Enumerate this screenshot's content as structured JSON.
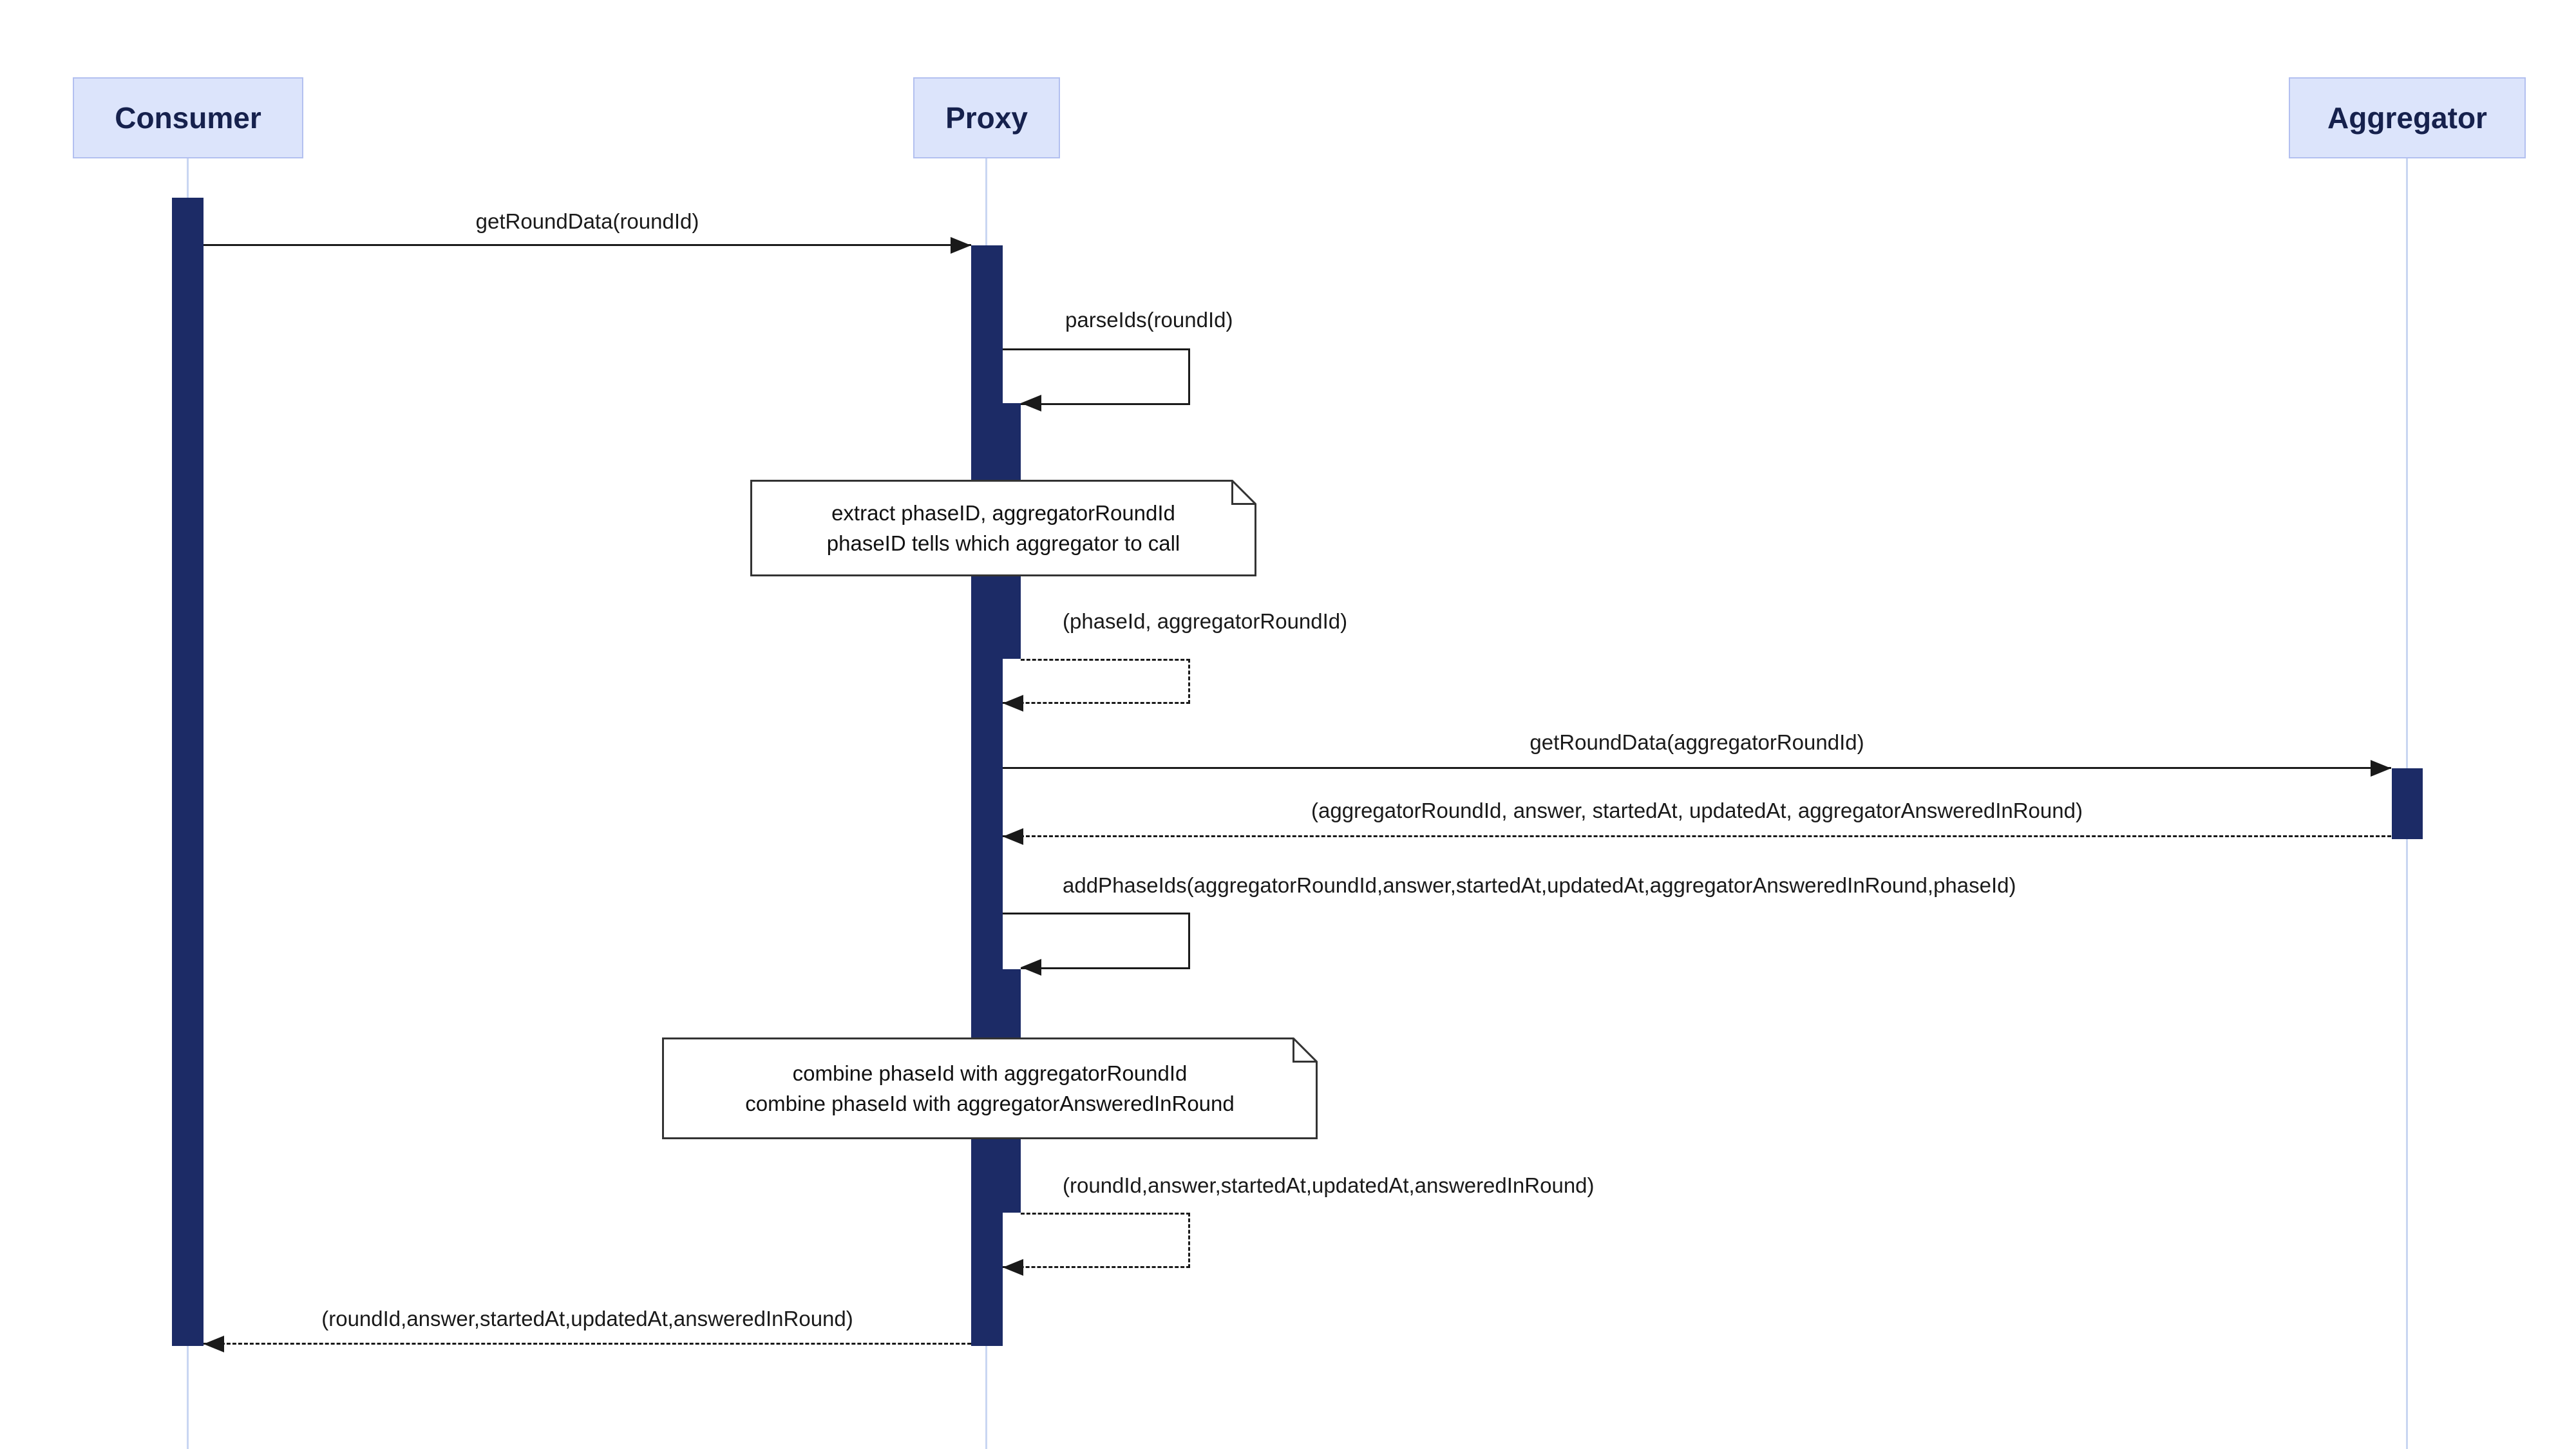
{
  "diagram": {
    "type": "sequence-diagram"
  },
  "participants": {
    "consumer": {
      "label": "Consumer"
    },
    "proxy": {
      "label": "Proxy"
    },
    "aggregator": {
      "label": "Aggregator"
    }
  },
  "messages": {
    "m1": {
      "label": "getRoundData(roundId)",
      "kind": "sync",
      "from": "Consumer",
      "to": "Proxy"
    },
    "m2": {
      "label": "parseIds(roundId)",
      "kind": "self-call",
      "from": "Proxy",
      "to": "Proxy"
    },
    "m3": {
      "label": "(phaseId, aggregatorRoundId)",
      "kind": "self-return",
      "from": "Proxy",
      "to": "Proxy"
    },
    "m4": {
      "label": "getRoundData(aggregatorRoundId)",
      "kind": "sync",
      "from": "Proxy",
      "to": "Aggregator"
    },
    "m5": {
      "label": "(aggregatorRoundId, answer, startedAt, updatedAt, aggregatorAnsweredInRound)",
      "kind": "return",
      "from": "Aggregator",
      "to": "Proxy"
    },
    "m6": {
      "label": "addPhaseIds(aggregatorRoundId,answer,startedAt,updatedAt,aggregatorAnsweredInRound,phaseId)",
      "kind": "self-call",
      "from": "Proxy",
      "to": "Proxy"
    },
    "m7": {
      "label": "(roundId,answer,startedAt,updatedAt,answeredInRound)",
      "kind": "self-return",
      "from": "Proxy",
      "to": "Proxy"
    },
    "m8": {
      "label": "(roundId,answer,startedAt,updatedAt,answeredInRound)",
      "kind": "return",
      "from": "Proxy",
      "to": "Consumer"
    }
  },
  "notes": {
    "n1": {
      "line1": "extract phaseID, aggregatorRoundId",
      "line2": "phaseID tells which aggregator to call"
    },
    "n2": {
      "line1": "combine phaseId with aggregatorRoundId",
      "line2": "combine phaseId with aggregatorAnsweredInRound"
    }
  },
  "colors": {
    "participant_fill": "#dce4fb",
    "participant_border": "#b3c0f0",
    "participant_text": "#16214d",
    "activation": "#1c2b66",
    "lifeline": "#c9d6f2",
    "line": "#1a1a1a",
    "note_fill": "#ffffff",
    "note_border": "#333333"
  }
}
